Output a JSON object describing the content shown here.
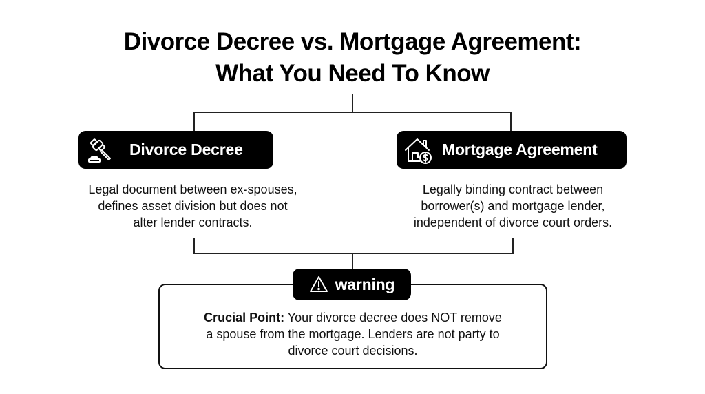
{
  "title": {
    "line1": "Divorce Decree vs. Mortgage Agreement:",
    "line2": "What You Need To Know"
  },
  "left_node": {
    "icon": "gavel-icon",
    "label": "Divorce Decree",
    "description": {
      "line1": "Legal document between ex-spouses,",
      "line2": "defines asset division but does not",
      "line3": "alter lender contracts."
    }
  },
  "right_node": {
    "icon": "house-dollar-icon",
    "label": "Mortgage Agreement",
    "description": {
      "line1": "Legally binding contract between",
      "line2": "borrower(s) and mortgage lender,",
      "line3": "independent of divorce court orders."
    }
  },
  "warning": {
    "icon": "warning-triangle-icon",
    "label": "warning",
    "bold_prefix": "Crucial Point:",
    "line1_rest": " Your divorce decree does NOT remove",
    "line2": "a spouse from the mortgage. Lenders are not party to",
    "line3": "divorce court decisions."
  },
  "colors": {
    "pill_bg": "#000000",
    "pill_text": "#ffffff",
    "text": "#111111",
    "background": "#ffffff"
  }
}
